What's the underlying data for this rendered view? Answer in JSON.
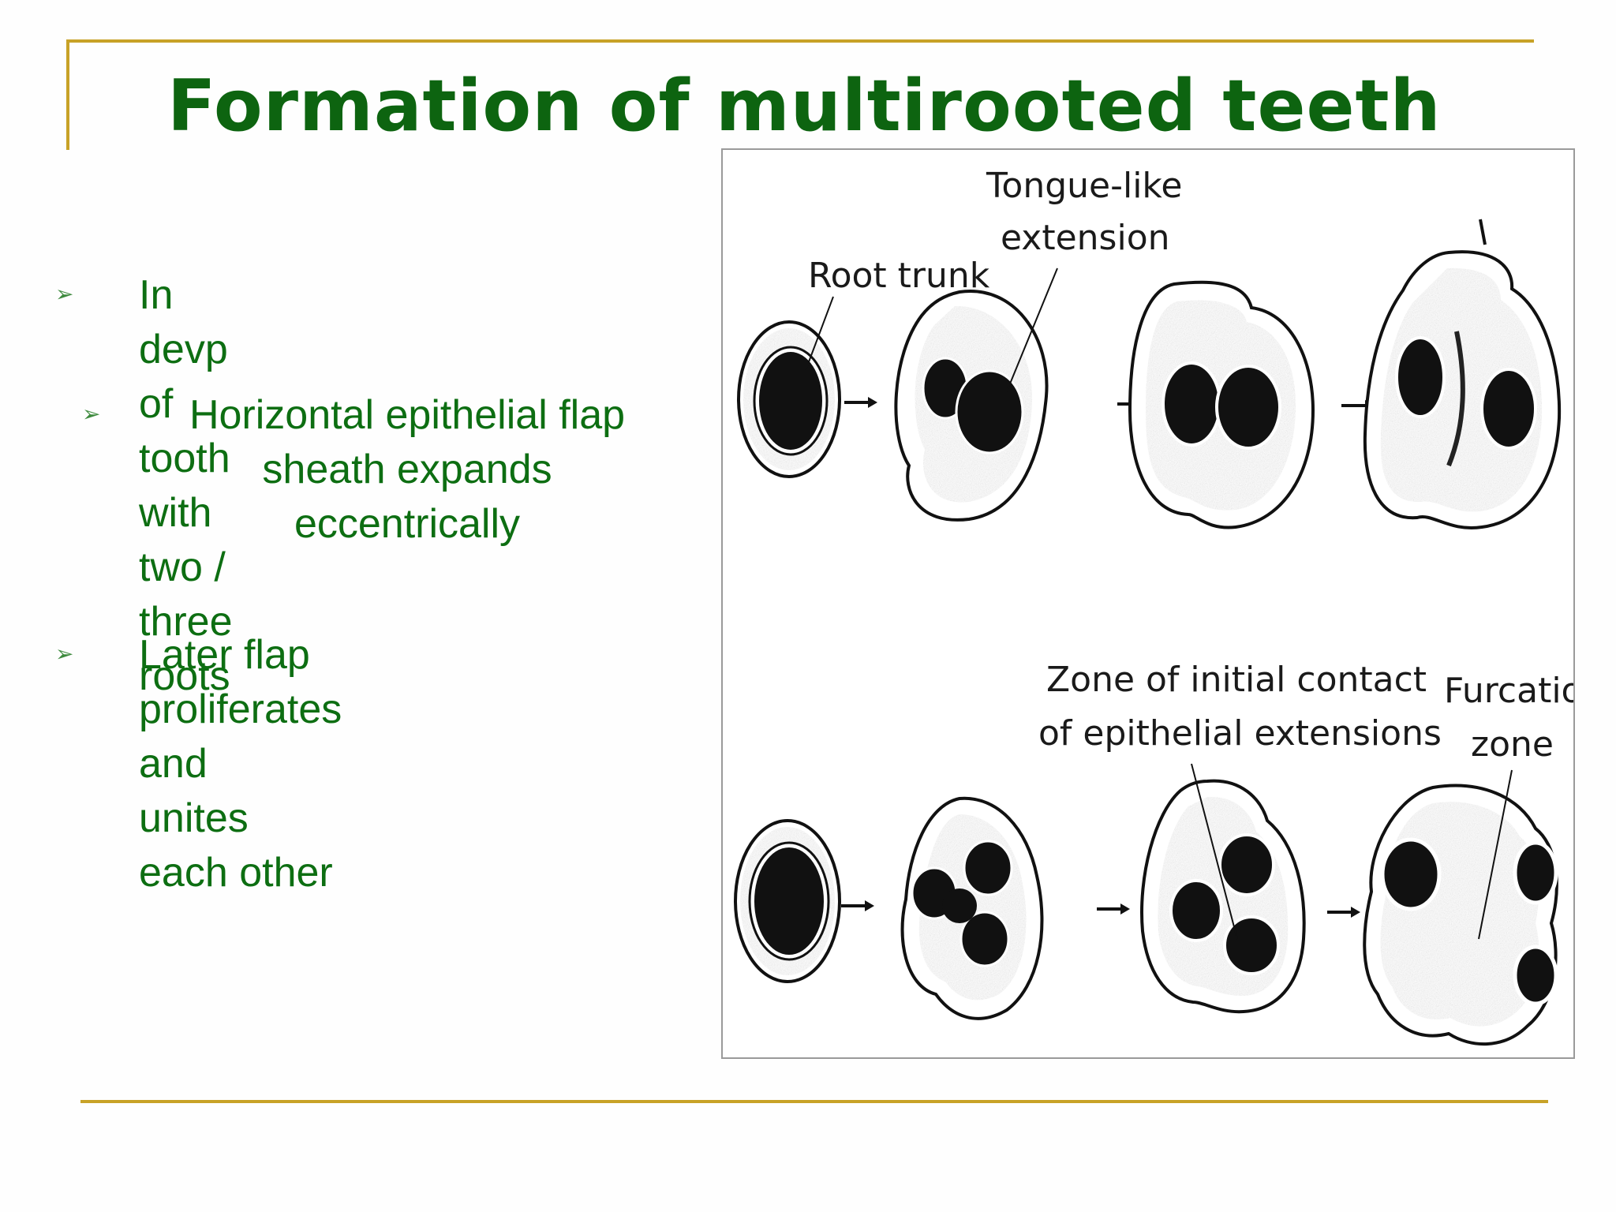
{
  "slide": {
    "title": "Formation of multirooted teeth",
    "bullets": [
      {
        "lines": [
          "In devp of tooth with two /",
          "three roots"
        ]
      },
      {
        "lines": [
          "Horizontal epithelial flap",
          "sheath expands",
          "eccentrically"
        ]
      },
      {
        "lines": [
          "Later flap proliferates and",
          "unites  each other"
        ]
      }
    ],
    "bullet_marker": "➢"
  },
  "figure": {
    "labels": {
      "root_trunk": "Root trunk",
      "tongue_like_1": "Tongue-like",
      "tongue_like_2": "extension",
      "zone_contact_1": "Zone of initial contact",
      "zone_contact_2": "of epithelial extensions",
      "furcation_1": "Furcation",
      "furcation_2": "zone"
    },
    "arrow_glyph": "→"
  },
  "colors": {
    "title": "#0d6410",
    "text": "#0d6e12",
    "rule": "#c8a227"
  }
}
